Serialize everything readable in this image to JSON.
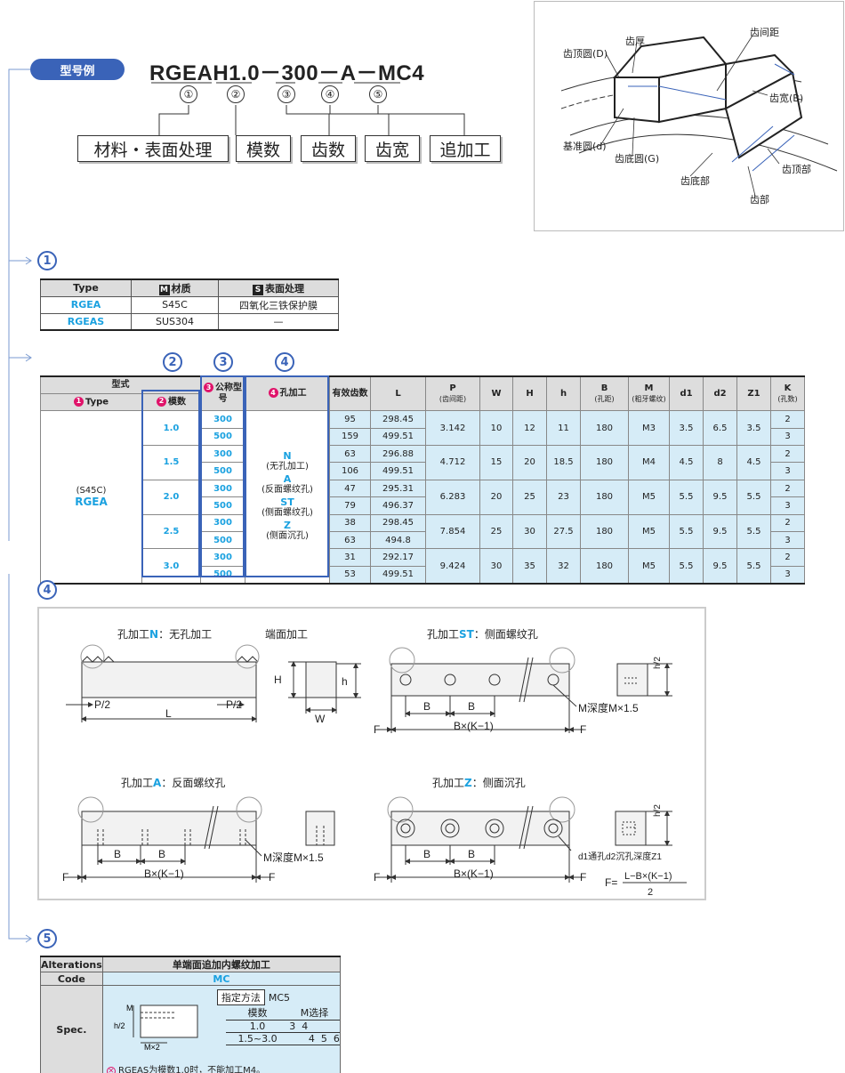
{
  "example": {
    "tag": "型号例",
    "code_parts": [
      "RGEAH1.0",
      "300",
      "A",
      "MC4"
    ],
    "sep": "－",
    "nums": [
      "①",
      "②",
      "③",
      "④",
      "⑤"
    ],
    "labels": [
      "材料・表面处理",
      "模数",
      "齿数",
      "齿宽",
      "追加工"
    ]
  },
  "gear_diagram": {
    "labels": {
      "tip_circle": "齿顶圆(D)",
      "thickness": "齿厚",
      "pitch": "齿间距",
      "width": "齿宽(B)",
      "ref_circle": "基准圆(d)",
      "root_circle": "齿底圆(G)",
      "root": "齿底部",
      "top": "齿顶部",
      "tooth": "齿部"
    }
  },
  "section_marks": [
    "1",
    "2",
    "3",
    "4",
    "5"
  ],
  "table1": {
    "headers": [
      "Type",
      "材质",
      "表面处理"
    ],
    "header_icons": [
      "M",
      "S"
    ],
    "rows": [
      [
        "RGEA",
        "S45C",
        "四氧化三铁保护膜"
      ],
      [
        "RGEAS",
        "SUS304",
        "—"
      ]
    ]
  },
  "main_table": {
    "group_header": "型式",
    "type_header": "Type",
    "module_header": "模数",
    "teeth_header": "公称型号",
    "hole_header": "孔加工",
    "col_headers": [
      {
        "main": "有效齿数",
        "sub": ""
      },
      {
        "main": "L",
        "sub": ""
      },
      {
        "main": "P",
        "sub": "(齿间距)"
      },
      {
        "main": "W",
        "sub": ""
      },
      {
        "main": "H",
        "sub": ""
      },
      {
        "main": "h",
        "sub": ""
      },
      {
        "main": "B",
        "sub": "(孔距)"
      },
      {
        "main": "M",
        "sub": "(粗牙螺纹)"
      },
      {
        "main": "d1",
        "sub": ""
      },
      {
        "main": "d2",
        "sub": ""
      },
      {
        "main": "Z1",
        "sub": ""
      },
      {
        "main": "K",
        "sub": "(孔数)"
      }
    ],
    "type_cell": {
      "material": "(S45C)",
      "name": "RGEA"
    },
    "hole_options": [
      {
        "code": "N",
        "desc": "(无孔加工)"
      },
      {
        "code": "A",
        "desc": "(反面螺纹孔)"
      },
      {
        "code": "ST",
        "desc": "(侧面螺纹孔)"
      },
      {
        "code": "Z",
        "desc": "(侧面沉孔)"
      }
    ],
    "modules": [
      {
        "m": "1.0",
        "P": "3.142",
        "W": "10",
        "H": "12",
        "h": "11",
        "B": "180",
        "M": "M3",
        "d1": "3.5",
        "d2": "6.5",
        "Z1": "3.5",
        "rows": [
          {
            "n": "300",
            "teeth": "95",
            "L": "298.45",
            "K": "2"
          },
          {
            "n": "500",
            "teeth": "159",
            "L": "499.51",
            "K": "3"
          }
        ]
      },
      {
        "m": "1.5",
        "P": "4.712",
        "W": "15",
        "H": "20",
        "h": "18.5",
        "B": "180",
        "M": "M4",
        "d1": "4.5",
        "d2": "8",
        "Z1": "4.5",
        "rows": [
          {
            "n": "300",
            "teeth": "63",
            "L": "296.88",
            "K": "2"
          },
          {
            "n": "500",
            "teeth": "106",
            "L": "499.51",
            "K": "3"
          }
        ]
      },
      {
        "m": "2.0",
        "P": "6.283",
        "W": "20",
        "H": "25",
        "h": "23",
        "B": "180",
        "M": "M5",
        "d1": "5.5",
        "d2": "9.5",
        "Z1": "5.5",
        "rows": [
          {
            "n": "300",
            "teeth": "47",
            "L": "295.31",
            "K": "2"
          },
          {
            "n": "500",
            "teeth": "79",
            "L": "496.37",
            "K": "3"
          }
        ]
      },
      {
        "m": "2.5",
        "P": "7.854",
        "W": "25",
        "H": "30",
        "h": "27.5",
        "B": "180",
        "M": "M5",
        "d1": "5.5",
        "d2": "9.5",
        "Z1": "5.5",
        "rows": [
          {
            "n": "300",
            "teeth": "38",
            "L": "298.45",
            "K": "2"
          },
          {
            "n": "500",
            "teeth": "63",
            "L": "494.8",
            "K": "3"
          }
        ]
      },
      {
        "m": "3.0",
        "P": "9.424",
        "W": "30",
        "H": "35",
        "h": "32",
        "B": "180",
        "M": "M5",
        "d1": "5.5",
        "d2": "9.5",
        "Z1": "5.5",
        "rows": [
          {
            "n": "300",
            "teeth": "31",
            "L": "292.17",
            "K": "2"
          },
          {
            "n": "500",
            "teeth": "53",
            "L": "499.51",
            "K": "3"
          }
        ]
      }
    ]
  },
  "drawings": {
    "n_title": {
      "pre": "孔加工",
      "code": "N",
      "post": "：无孔加工"
    },
    "end_label": "端面加工",
    "st_title": {
      "pre": "孔加工",
      "code": "ST",
      "post": "：侧面螺纹孔"
    },
    "a_title": {
      "pre": "孔加工",
      "code": "A",
      "post": "：反面螺纹孔"
    },
    "z_title": {
      "pre": "孔加工",
      "code": "Z",
      "post": "：侧面沉孔"
    },
    "dims": {
      "P2": "P/2",
      "L": "L",
      "H": "H",
      "h": "h",
      "W": "W",
      "h2": "h/2",
      "B": "B",
      "F": "F",
      "BK": "B×(K−1)",
      "M_depth": "M深度M×1.5",
      "d_label": "d1通孔d2沉孔深度Z1",
      "F_formula_lhs": "F=",
      "F_formula_num": "L−B×(K−1)",
      "F_formula_den": "2"
    }
  },
  "table5": {
    "h_alterations": "Alterations",
    "title": "单端面追加内螺纹加工",
    "h_code": "Code",
    "code": "MC",
    "h_spec": "Spec.",
    "spec_method_label": "指定方法",
    "spec_method_value": "MC5",
    "sel_headers": [
      "模数",
      "M选择"
    ],
    "sel_rows": [
      [
        "1.0",
        "3  4"
      ],
      [
        "1.5~3.0",
        "4  5  6"
      ]
    ],
    "fig_labels": {
      "M": "M",
      "h2": "h/2",
      "Mx2": "M×2"
    },
    "note": "RGEAS为模数1.0时，不能加工M4。"
  },
  "colors": {
    "accent": "#3a63b8",
    "cyan": "#1aa1e0",
    "pink": "#e0136a",
    "light_blue": "#d6ecf7"
  }
}
